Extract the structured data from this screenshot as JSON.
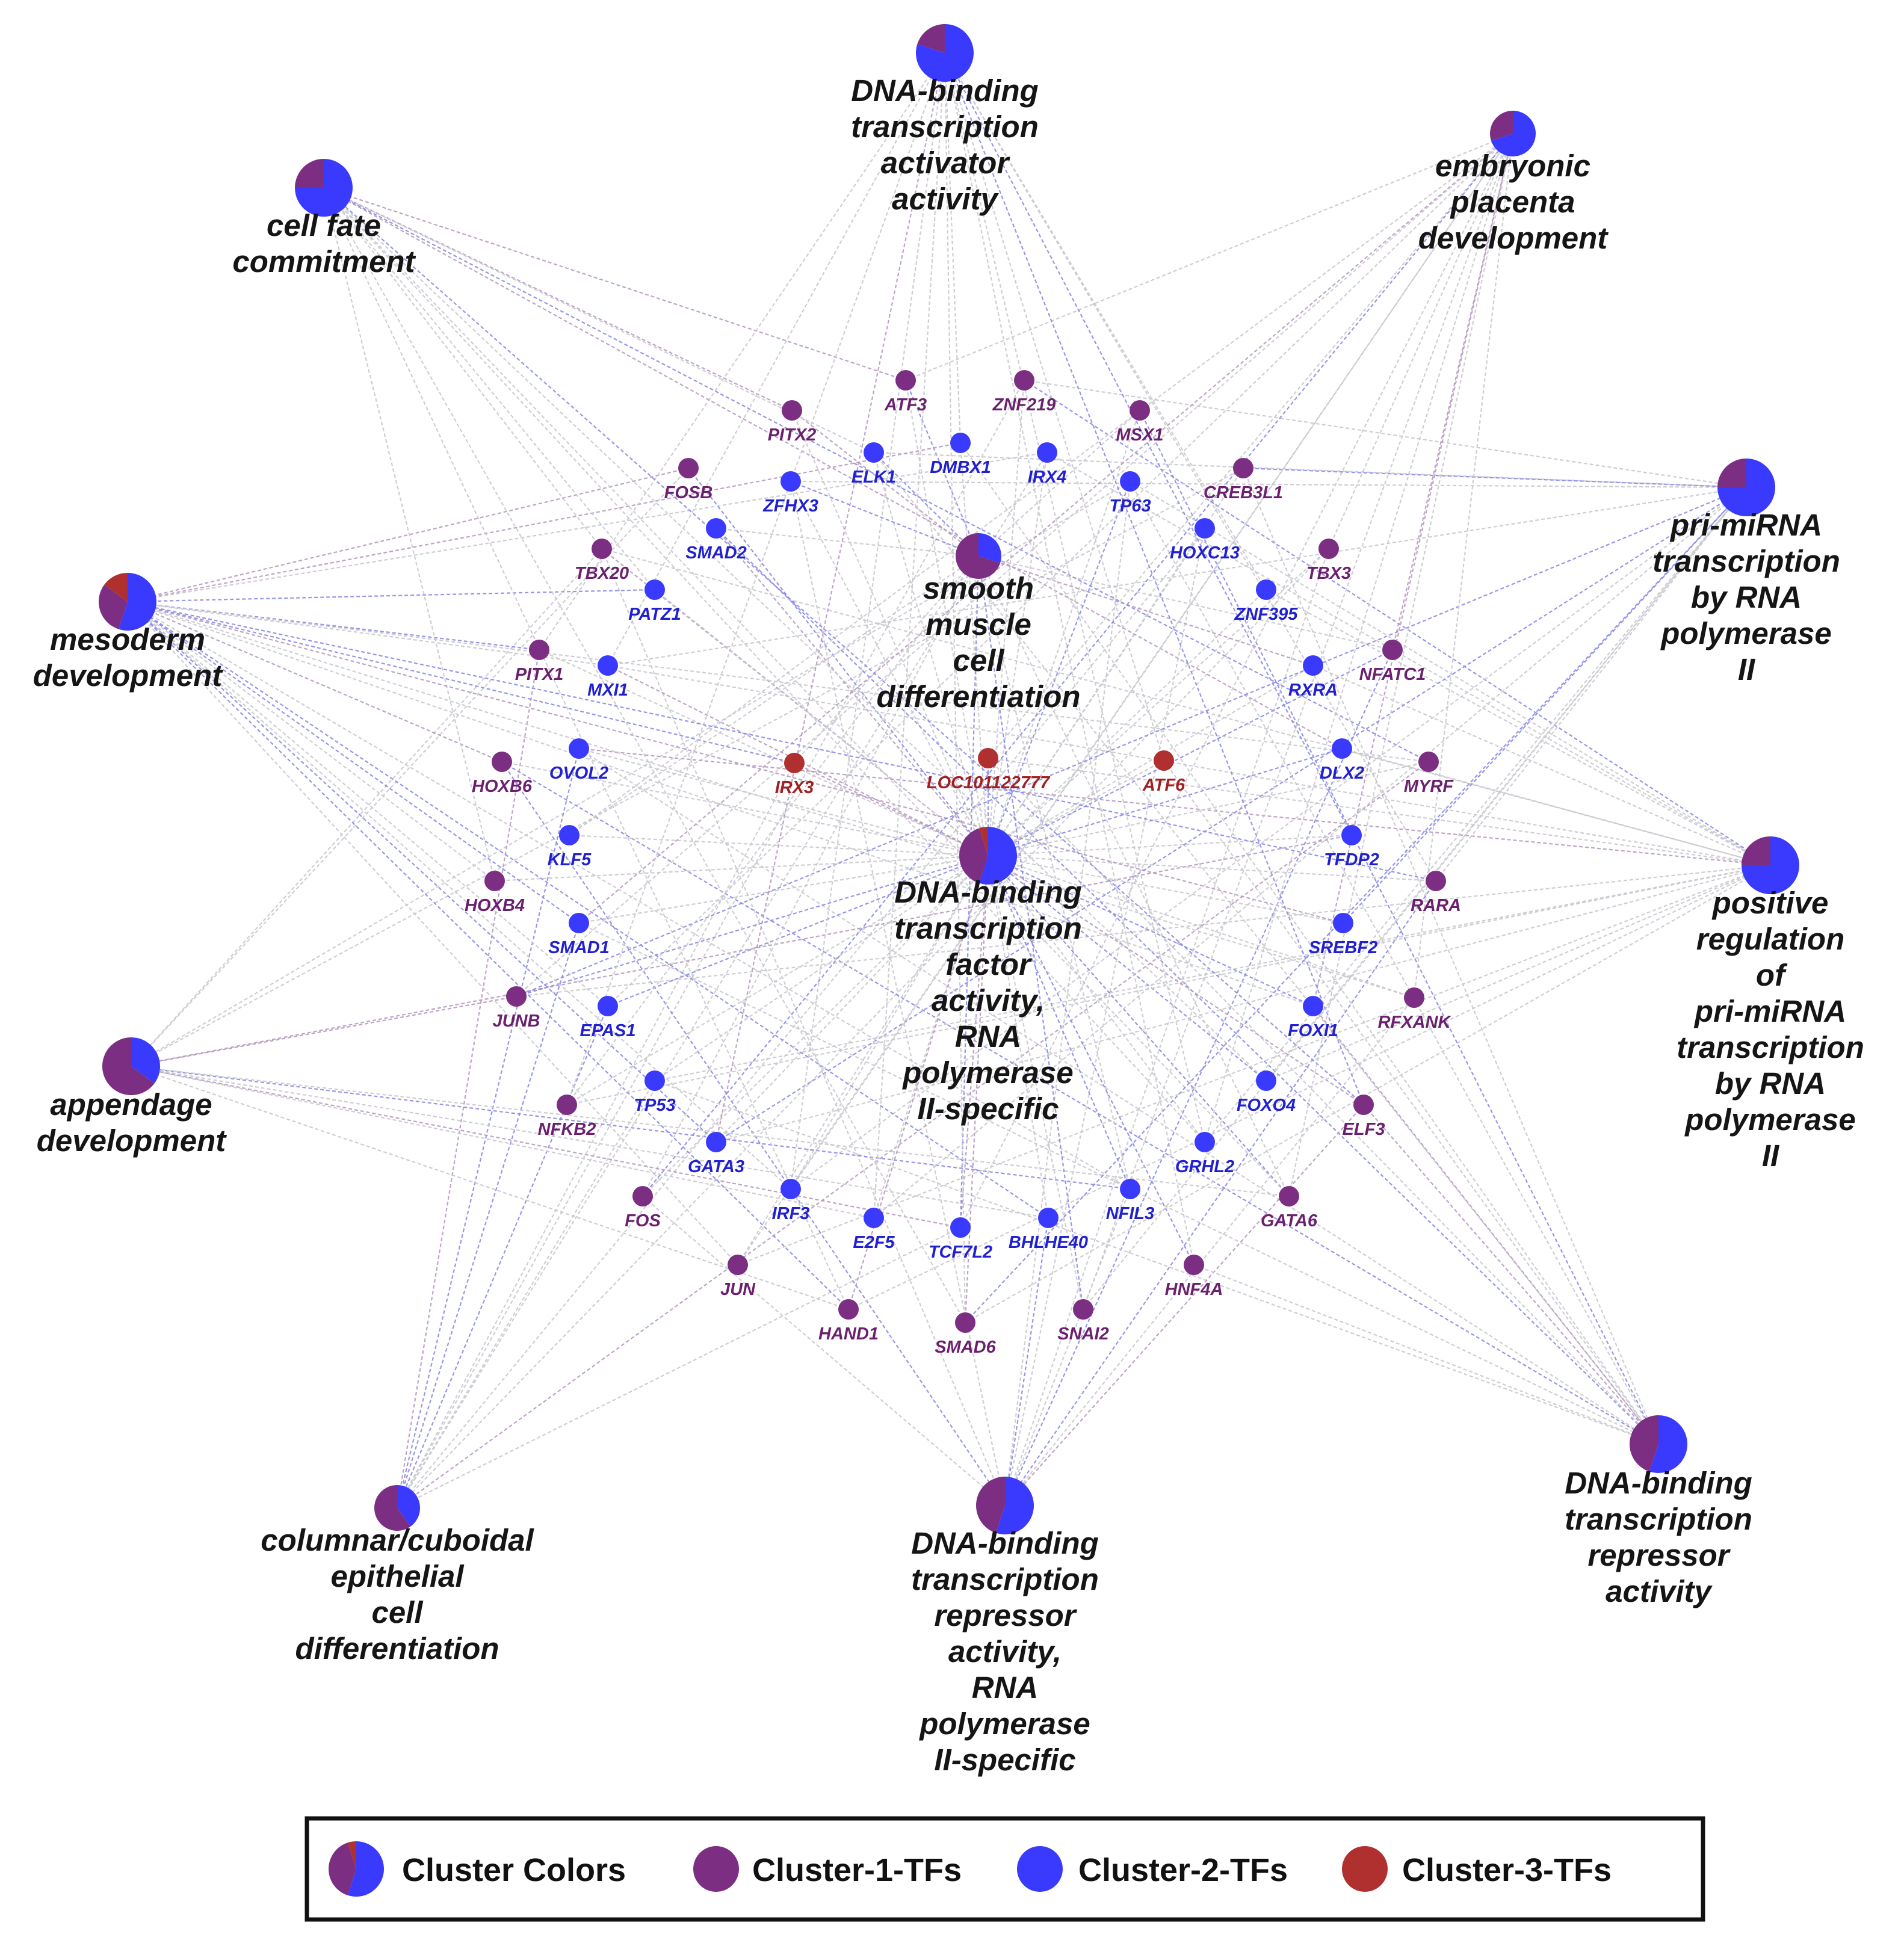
{
  "colors": {
    "cluster1": "#7b2e82",
    "cluster2": "#3a3aff",
    "cluster3": "#b03030",
    "label_c1": "#6b1f6e",
    "label_c2": "#2020d0",
    "label_c3": "#a02020",
    "edge_gray": "#c8c8d0",
    "edge_blue": "#8a8ae8",
    "edge_purple": "#b89ac0"
  },
  "terms": [
    {
      "id": "act",
      "lines": [
        "DNA-binding",
        "transcription",
        "activator",
        "activity"
      ],
      "pie": [
        0.8,
        0.2,
        0
      ]
    },
    {
      "id": "emb",
      "lines": [
        "embryonic",
        "placenta",
        "development"
      ],
      "pie": [
        0.7,
        0.3,
        0
      ]
    },
    {
      "id": "cfc",
      "lines": [
        "cell fate",
        "commitment"
      ],
      "pie": [
        0.75,
        0.25,
        0
      ]
    },
    {
      "id": "pri",
      "lines": [
        "pri-miRNA",
        "transcription",
        "by RNA",
        "polymerase",
        "II"
      ],
      "pie": [
        0.75,
        0.25,
        0
      ]
    },
    {
      "id": "meso",
      "lines": [
        "mesoderm",
        "development"
      ],
      "pie": [
        0.55,
        0.3,
        0.15
      ]
    },
    {
      "id": "smc",
      "lines": [
        "smooth",
        "muscle",
        "cell",
        "differentiation"
      ],
      "pie": [
        0.3,
        0.7,
        0
      ]
    },
    {
      "id": "dbtf",
      "lines": [
        "DNA-binding",
        "transcription",
        "factor",
        "activity,",
        "RNA",
        "polymerase",
        "II-specific"
      ],
      "pie": [
        0.55,
        0.4,
        0.05
      ]
    },
    {
      "id": "pos",
      "lines": [
        "positive",
        "regulation",
        "of",
        "pri-miRNA",
        "transcription",
        "by RNA",
        "polymerase",
        "II"
      ],
      "pie": [
        0.75,
        0.25,
        0
      ]
    },
    {
      "id": "app",
      "lines": [
        "appendage",
        "development"
      ],
      "pie": [
        0.35,
        0.65,
        0
      ]
    },
    {
      "id": "col",
      "lines": [
        "columnar/cuboidal",
        "epithelial",
        "cell",
        "differentiation"
      ],
      "pie": [
        0.4,
        0.6,
        0
      ]
    },
    {
      "id": "rep2",
      "lines": [
        "DNA-binding",
        "transcription",
        "repressor",
        "activity,",
        "RNA",
        "polymerase",
        "II-specific"
      ],
      "pie": [
        0.55,
        0.45,
        0
      ]
    },
    {
      "id": "rep",
      "lines": [
        "DNA-binding",
        "transcription",
        "repressor",
        "activity"
      ],
      "pie": [
        0.55,
        0.45,
        0
      ]
    }
  ],
  "tfs": [
    {
      "name": "ATF3",
      "cluster": 1
    },
    {
      "name": "ZNF219",
      "cluster": 1
    },
    {
      "name": "PITX2",
      "cluster": 1
    },
    {
      "name": "MSX1",
      "cluster": 1
    },
    {
      "name": "ELK1",
      "cluster": 2
    },
    {
      "name": "DMBX1",
      "cluster": 2
    },
    {
      "name": "IRX4",
      "cluster": 2
    },
    {
      "name": "FOSB",
      "cluster": 1
    },
    {
      "name": "ZFHX3",
      "cluster": 2
    },
    {
      "name": "TP63",
      "cluster": 2
    },
    {
      "name": "CREB3L1",
      "cluster": 1
    },
    {
      "name": "SMAD2",
      "cluster": 2
    },
    {
      "name": "HOXC13",
      "cluster": 2
    },
    {
      "name": "TBX20",
      "cluster": 1
    },
    {
      "name": "TBX3",
      "cluster": 1
    },
    {
      "name": "PATZ1",
      "cluster": 2
    },
    {
      "name": "ZNF395",
      "cluster": 2
    },
    {
      "name": "PITX1",
      "cluster": 1
    },
    {
      "name": "MXI1",
      "cluster": 2
    },
    {
      "name": "RXRA",
      "cluster": 2
    },
    {
      "name": "NFATC1",
      "cluster": 1
    },
    {
      "name": "HOXB6",
      "cluster": 1
    },
    {
      "name": "OVOL2",
      "cluster": 2
    },
    {
      "name": "IRX3",
      "cluster": 3
    },
    {
      "name": "LOC101122777",
      "cluster": 3
    },
    {
      "name": "ATF6",
      "cluster": 3
    },
    {
      "name": "DLX2",
      "cluster": 2
    },
    {
      "name": "MYRF",
      "cluster": 1
    },
    {
      "name": "KLF5",
      "cluster": 2
    },
    {
      "name": "TFDP2",
      "cluster": 2
    },
    {
      "name": "HOXB4",
      "cluster": 1
    },
    {
      "name": "RARA",
      "cluster": 1
    },
    {
      "name": "SMAD1",
      "cluster": 2
    },
    {
      "name": "SREBF2",
      "cluster": 2
    },
    {
      "name": "JUNB",
      "cluster": 1
    },
    {
      "name": "EPAS1",
      "cluster": 2
    },
    {
      "name": "FOXI1",
      "cluster": 2
    },
    {
      "name": "RFXANK",
      "cluster": 1
    },
    {
      "name": "TP53",
      "cluster": 2
    },
    {
      "name": "FOXO4",
      "cluster": 2
    },
    {
      "name": "NFKB2",
      "cluster": 1
    },
    {
      "name": "ELF3",
      "cluster": 1
    },
    {
      "name": "GATA3",
      "cluster": 2
    },
    {
      "name": "GRHL2",
      "cluster": 2
    },
    {
      "name": "IRF3",
      "cluster": 2
    },
    {
      "name": "NFIL3",
      "cluster": 2
    },
    {
      "name": "FOS",
      "cluster": 1
    },
    {
      "name": "GATA6",
      "cluster": 1
    },
    {
      "name": "E2F5",
      "cluster": 2
    },
    {
      "name": "TCF7L2",
      "cluster": 2
    },
    {
      "name": "BHLHE40",
      "cluster": 2
    },
    {
      "name": "JUN",
      "cluster": 1
    },
    {
      "name": "HNF4A",
      "cluster": 1
    },
    {
      "name": "HAND1",
      "cluster": 1
    },
    {
      "name": "SMAD6",
      "cluster": 1
    },
    {
      "name": "SNAI2",
      "cluster": 1
    }
  ],
  "legend": {
    "items": [
      {
        "label": "Cluster Colors",
        "kind": "pie"
      },
      {
        "label": "Cluster-1-TFs",
        "kind": "c1"
      },
      {
        "label": "Cluster-2-TFs",
        "kind": "c2"
      },
      {
        "label": "Cluster-3-TFs",
        "kind": "c3"
      }
    ]
  }
}
